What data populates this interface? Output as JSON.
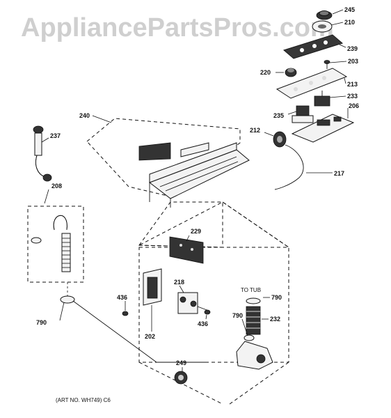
{
  "watermark": "AppliancePartsPros.com",
  "art_number": "(ART NO. WH749) C6",
  "annotation_to_tub": "TO TUB",
  "labels": {
    "l245": "245",
    "l210": "210",
    "l239": "239",
    "l203": "203",
    "l220": "220",
    "l213": "213",
    "l233": "233",
    "l206": "206",
    "l235": "235",
    "l212": "212",
    "l217": "217",
    "l240": "240",
    "l237": "237",
    "l208": "208",
    "l229": "229",
    "l218": "218",
    "l436a": "436",
    "l436b": "436",
    "l202": "202",
    "l790a": "790",
    "l790b": "790",
    "l790c": "790",
    "l232": "232",
    "l249": "249"
  }
}
